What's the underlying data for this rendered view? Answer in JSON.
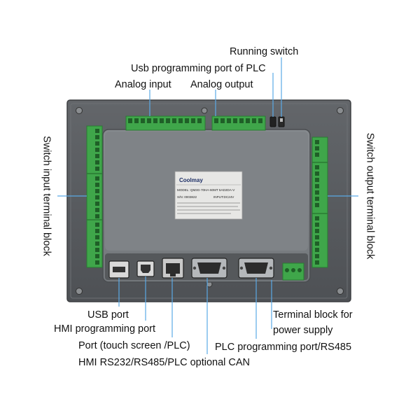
{
  "labels": {
    "running_switch": "Running switch",
    "usb_programming_port_plc": "Usb programming port of PLC",
    "analog_input": "Analog input",
    "analog_output": "Analog output",
    "switch_input_terminal_block": "Switch input terminal block",
    "switch_output_terminal_block": "Switch output terminal block",
    "usb_port": "USB port",
    "hmi_programming_port": "HMI programming port",
    "port_touch_screen_plc": "Port (touch screen /PLC)",
    "hmi_rs232_rs485_can": "HMI RS232/RS485/PLC optional CAN",
    "terminal_block_power_line1": "Terminal block for",
    "terminal_block_power_line2": "power supply",
    "plc_programming_port_rs485": "PLC programming port/RS485"
  },
  "nameplate": {
    "brand": "Coolmay",
    "model": "MODEL: QM3G-70HA-60MT 5AD2DA-V",
    "serial": "S/N: 0003822",
    "input": "INPUT:DC24V"
  },
  "colors": {
    "housing": "#575a5e",
    "back_panel": "#7b7f83",
    "terminal_green": "#3fa64a",
    "callout_line": "#5aa9e6",
    "label_text": "#111111"
  }
}
